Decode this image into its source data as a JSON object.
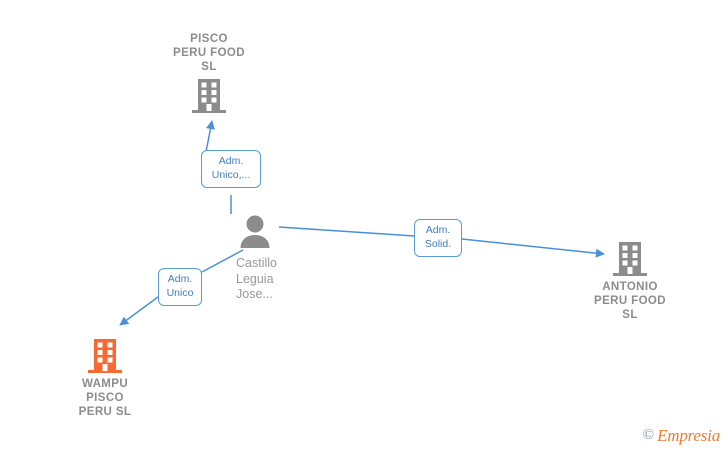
{
  "diagram": {
    "type": "company-relationship-graph",
    "colors": {
      "company_gray": "#8c8c8c",
      "company_highlight_orange": "#f96a33",
      "person_gray": "#8c8c8c",
      "edge_blue": "#4a90d9",
      "label_border_blue": "#5b9bd5",
      "label_text_blue": "#3f7fc1",
      "background": "#ffffff"
    },
    "nodes": [
      {
        "id": "pisco-peru-food-sl",
        "kind": "company",
        "icon": "building-icon",
        "label": "PISCO\nPERU FOOD\nSL",
        "highlighted": false
      },
      {
        "id": "castillo-leguia-jose",
        "kind": "person",
        "icon": "person-icon",
        "label": "Castillo\nLeguia\nJose...",
        "highlighted": false
      },
      {
        "id": "antonio-peru-food-sl",
        "kind": "company",
        "icon": "building-icon",
        "label": "ANTONIO\nPERU FOOD\nSL",
        "highlighted": false
      },
      {
        "id": "wampu-pisco-peru-sl",
        "kind": "company",
        "icon": "building-icon",
        "label": "WAMPU\nPISCO\nPERU  SL",
        "highlighted": true
      }
    ],
    "edges": [
      {
        "id": "edge-to-pisco",
        "from": "castillo-leguia-jose",
        "to": "pisco-peru-food-sl",
        "label": "Adm.\nUnico,..."
      },
      {
        "id": "edge-to-antonio",
        "from": "castillo-leguia-jose",
        "to": "antonio-peru-food-sl",
        "label": "Adm.\nSolid."
      },
      {
        "id": "edge-to-wampu",
        "from": "castillo-leguia-jose",
        "to": "wampu-pisco-peru-sl",
        "label": "Adm.\nUnico"
      }
    ]
  },
  "watermark": {
    "copyright_symbol": "©",
    "brand": "Empresia"
  }
}
